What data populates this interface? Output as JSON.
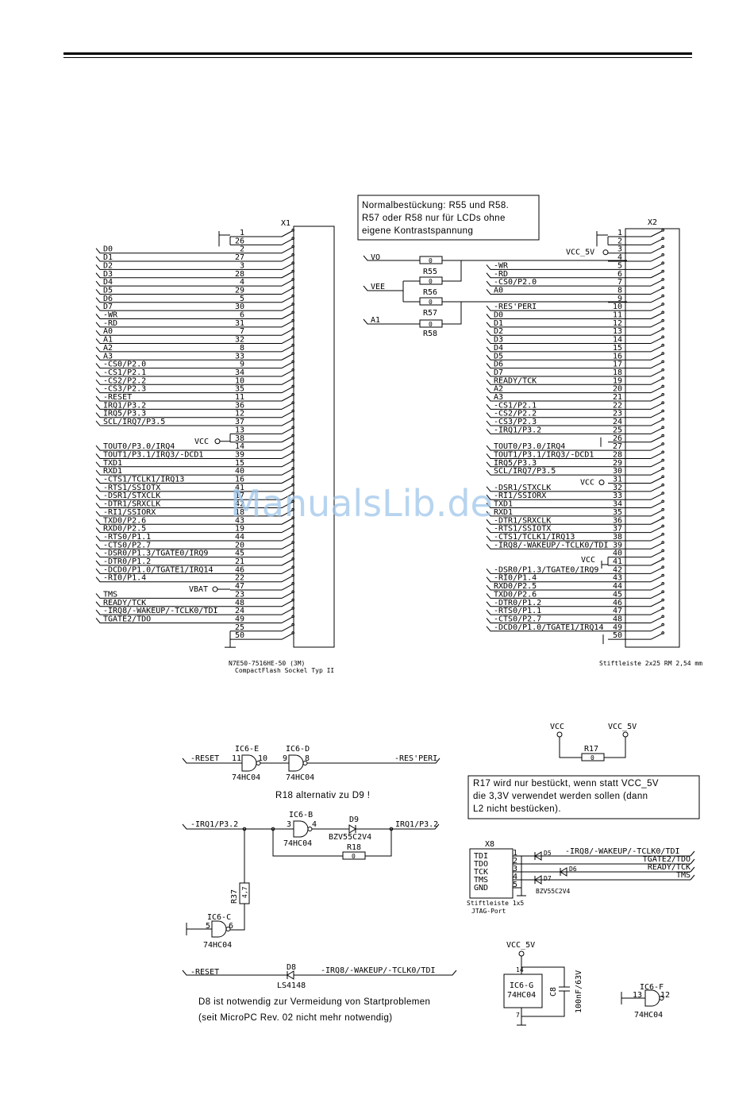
{
  "watermark": "ManualsLib.de",
  "x1": {
    "ref": "X1",
    "part": "N7E50-7516HE-50  (3M)",
    "desc": "CompactFlash Sockel Typ II",
    "vcc_label": "VCC",
    "vbat_label": "VBAT",
    "pins": [
      {
        "signal": "",
        "pin": "1"
      },
      {
        "signal": "",
        "pin": "26"
      },
      {
        "signal": "D0",
        "pin": "2"
      },
      {
        "signal": "D1",
        "pin": "27"
      },
      {
        "signal": "D2",
        "pin": "3"
      },
      {
        "signal": "D3",
        "pin": "28"
      },
      {
        "signal": "D4",
        "pin": "4"
      },
      {
        "signal": "D5",
        "pin": "29"
      },
      {
        "signal": "D6",
        "pin": "5"
      },
      {
        "signal": "D7",
        "pin": "30"
      },
      {
        "signal": "-WR",
        "pin": "6"
      },
      {
        "signal": "-RD",
        "pin": "31"
      },
      {
        "signal": "A0",
        "pin": "7"
      },
      {
        "signal": "A1",
        "pin": "32"
      },
      {
        "signal": "A2",
        "pin": "8"
      },
      {
        "signal": "A3",
        "pin": "33"
      },
      {
        "signal": "-CS0/P2.0",
        "pin": "9"
      },
      {
        "signal": "-CS1/P2.1",
        "pin": "34"
      },
      {
        "signal": "-CS2/P2.2",
        "pin": "10"
      },
      {
        "signal": "-CS3/P2.3",
        "pin": "35"
      },
      {
        "signal": "-RESET",
        "pin": "11"
      },
      {
        "signal": "IRQ1/P3.2",
        "pin": "36"
      },
      {
        "signal": "IRQ5/P3.3",
        "pin": "12"
      },
      {
        "signal": "SCL/IRQ7/P3.5",
        "pin": "37"
      },
      {
        "signal": "",
        "pin": "13"
      },
      {
        "signal": "",
        "pin": "38"
      },
      {
        "signal": "TOUT0/P3.0/IRQ4",
        "pin": "14"
      },
      {
        "signal": "TOUT1/P3.1/IRQ3/-DCD1",
        "pin": "39"
      },
      {
        "signal": "TXD1",
        "pin": "15"
      },
      {
        "signal": "RXD1",
        "pin": "40"
      },
      {
        "signal": "-CTS1/TCLK1/IRQ13",
        "pin": "16"
      },
      {
        "signal": "-RTS1/SSIOTX",
        "pin": "41"
      },
      {
        "signal": "-DSR1/STXCLK",
        "pin": "17"
      },
      {
        "signal": "-DTR1/SRXCLK",
        "pin": "42"
      },
      {
        "signal": "-RI1/SSIORX",
        "pin": "18"
      },
      {
        "signal": "TXD0/P2.6",
        "pin": "43"
      },
      {
        "signal": "RXD0/P2.5",
        "pin": "19"
      },
      {
        "signal": "-RTS0/P1.1",
        "pin": "44"
      },
      {
        "signal": "-CTS0/P2.7",
        "pin": "20"
      },
      {
        "signal": "-DSR0/P1.3/TGATE0/IRQ9",
        "pin": "45"
      },
      {
        "signal": "-DTR0/P1.2",
        "pin": "21"
      },
      {
        "signal": "-DCD0/P1.0/TGATE1/IRQ14",
        "pin": "46"
      },
      {
        "signal": "-RI0/P1.4",
        "pin": "22"
      },
      {
        "signal": "",
        "pin": "47"
      },
      {
        "signal": "TMS",
        "pin": "23"
      },
      {
        "signal": "READY/TCK",
        "pin": "48"
      },
      {
        "signal": "-IRQ8/-WAKEUP/-TCLK0/TDI",
        "pin": "24"
      },
      {
        "signal": "TGATE2/TDO",
        "pin": "49"
      },
      {
        "signal": "",
        "pin": "25"
      },
      {
        "signal": "",
        "pin": "50"
      }
    ]
  },
  "x2": {
    "ref": "X2",
    "desc": "Stiftleiste 2x25 RM 2,54 mm",
    "vcc5_label": "VCC_5V",
    "vcc_label": "VCC",
    "pins": [
      {
        "signal": "",
        "pin": "1"
      },
      {
        "signal": "",
        "pin": "2"
      },
      {
        "signal": "",
        "pin": "3"
      },
      {
        "signal": "",
        "pin": "4"
      },
      {
        "signal": "-WR",
        "pin": "5"
      },
      {
        "signal": "-RD",
        "pin": "6"
      },
      {
        "signal": "-CS0/P2.0",
        "pin": "7"
      },
      {
        "signal": "A0",
        "pin": "8"
      },
      {
        "signal": "",
        "pin": "9"
      },
      {
        "signal": "-RES'PERI",
        "pin": "10"
      },
      {
        "signal": "D0",
        "pin": "11"
      },
      {
        "signal": "D1",
        "pin": "12"
      },
      {
        "signal": "D2",
        "pin": "13"
      },
      {
        "signal": "D3",
        "pin": "14"
      },
      {
        "signal": "D4",
        "pin": "15"
      },
      {
        "signal": "D5",
        "pin": "16"
      },
      {
        "signal": "D6",
        "pin": "17"
      },
      {
        "signal": "D7",
        "pin": "18"
      },
      {
        "signal": "READY/TCK",
        "pin": "19"
      },
      {
        "signal": "A2",
        "pin": "20"
      },
      {
        "signal": "A3",
        "pin": "21"
      },
      {
        "signal": "-CS1/P2.1",
        "pin": "22"
      },
      {
        "signal": "-CS2/P2.2",
        "pin": "23"
      },
      {
        "signal": "-CS3/P2.3",
        "pin": "24"
      },
      {
        "signal": "-IRQ1/P3.2",
        "pin": "25"
      },
      {
        "signal": "",
        "pin": "26"
      },
      {
        "signal": "TOUT0/P3.0/IRQ4",
        "pin": "27"
      },
      {
        "signal": "TOUT1/P3.1/IRQ3/-DCD1",
        "pin": "28"
      },
      {
        "signal": "IRQ5/P3.3",
        "pin": "29"
      },
      {
        "signal": "SCL/IRQ7/P3.5",
        "pin": "30"
      },
      {
        "signal": "",
        "pin": "31"
      },
      {
        "signal": "-DSR1/STXCLK",
        "pin": "32"
      },
      {
        "signal": "-RI1/SSIORX",
        "pin": "33"
      },
      {
        "signal": "TXD1",
        "pin": "34"
      },
      {
        "signal": "RXD1",
        "pin": "35"
      },
      {
        "signal": "-DTR1/SRXCLK",
        "pin": "36"
      },
      {
        "signal": "-RTS1/SSIOTX",
        "pin": "37"
      },
      {
        "signal": "-CTS1/TCLK1/IRQ13",
        "pin": "38"
      },
      {
        "signal": "-IRQ8/-WAKEUP/-TCLK0/TDI",
        "pin": "39"
      },
      {
        "signal": "",
        "pin": "40"
      },
      {
        "signal": "",
        "pin": "41"
      },
      {
        "signal": "-DSR0/P1.3/TGATE0/IRQ9",
        "pin": "42"
      },
      {
        "signal": "-RI0/P1.4",
        "pin": "43"
      },
      {
        "signal": "RXD0/P2.5",
        "pin": "44"
      },
      {
        "signal": "TXD0/P2.6",
        "pin": "45"
      },
      {
        "signal": "-DTR0/P1.2",
        "pin": "46"
      },
      {
        "signal": "-RTS0/P1.1",
        "pin": "47"
      },
      {
        "signal": "-CTS0/P2.7",
        "pin": "48"
      },
      {
        "signal": "-DCD0/P1.0/TGATE1/IRQ14",
        "pin": "49"
      },
      {
        "signal": "",
        "pin": "50"
      }
    ]
  },
  "note_box1": [
    "Normalbestückung: R55 und R58.",
    "R57 oder R58 nur für LCDs ohne",
    "eigene Kontrastspannung"
  ],
  "note_box2": [
    "R17 wird nur bestückt, wenn statt VCC_5V",
    "die 3,3V verwendet werden sollen (dann",
    "L2 nicht bestücken)."
  ],
  "resistor_net": {
    "vo": "VO",
    "vee": "VEE",
    "a1": "A1",
    "r55": "R55",
    "r56": "R56",
    "r57": "R57",
    "r58": "R58",
    "value": "0"
  },
  "reset_gate": {
    "in": "-RESET",
    "out": "-RES'PERI",
    "ic_e": "IC6-E",
    "ic_e_pins": [
      "11",
      "10"
    ],
    "ic_d": "IC6-D",
    "ic_d_pins": [
      "9",
      "8"
    ],
    "part": "74HC04"
  },
  "r18_note": "R18 alternativ zu D9 !",
  "irq_circuit": {
    "in": "-IRQ1/P3.2",
    "out": "IRQ1/P3.2",
    "ic_b": "IC6-B",
    "ic_b_pins": [
      "3",
      "4"
    ],
    "part": "74HC04",
    "d9": "D9",
    "d9_part": "BZV55C2V4",
    "r18": "R18",
    "r18_value": "0",
    "r37": "R37",
    "r37_value": "4,7",
    "ic_c": "IC6-C",
    "ic_c_pins": [
      "5",
      "6"
    ],
    "ic_c_part": "74HC04"
  },
  "r17_circuit": {
    "vcc": "VCC",
    "vcc5": "VCC_5V",
    "r17": "R17",
    "value": "0"
  },
  "jtag": {
    "ref": "X8",
    "pins": [
      {
        "name": "TDI",
        "num": "1"
      },
      {
        "name": "TDO",
        "num": "2"
      },
      {
        "name": "TCK",
        "num": "3"
      },
      {
        "name": "TMS",
        "num": "4"
      },
      {
        "name": "GND",
        "num": "5"
      }
    ],
    "signals": [
      "-IRQ8/-WAKEUP/-TCLK0/TDI",
      "TGATE2/TDO",
      "READY/TCK",
      "TMS"
    ],
    "d5": "D5",
    "d6": "D6",
    "d7": "D7",
    "diode_part": "BZV55C2V4",
    "desc1": "Stiftleiste 1x5",
    "desc2": "JTAG-Port"
  },
  "d8_circuit": {
    "in": "-RESET",
    "out": "-IRQ8/-WAKEUP/-TCLK0/TDI",
    "d8": "D8",
    "part": "LS4148"
  },
  "d8_note": [
    "D8 ist notwendig zur Vermeidung von Startproblemen",
    "(seit MicroPC Rev. 02 nicht mehr notwendig)"
  ],
  "ic6g": {
    "vcc": "VCC_5V",
    "name": "IC6-G",
    "part": "74HC04",
    "pin_top": "14",
    "pin_bottom": "7",
    "cap": "C8",
    "cap_value": "100nF/63V"
  },
  "ic6f": {
    "name": "IC6-F",
    "part": "74HC04",
    "pins": [
      "13",
      "12"
    ]
  }
}
